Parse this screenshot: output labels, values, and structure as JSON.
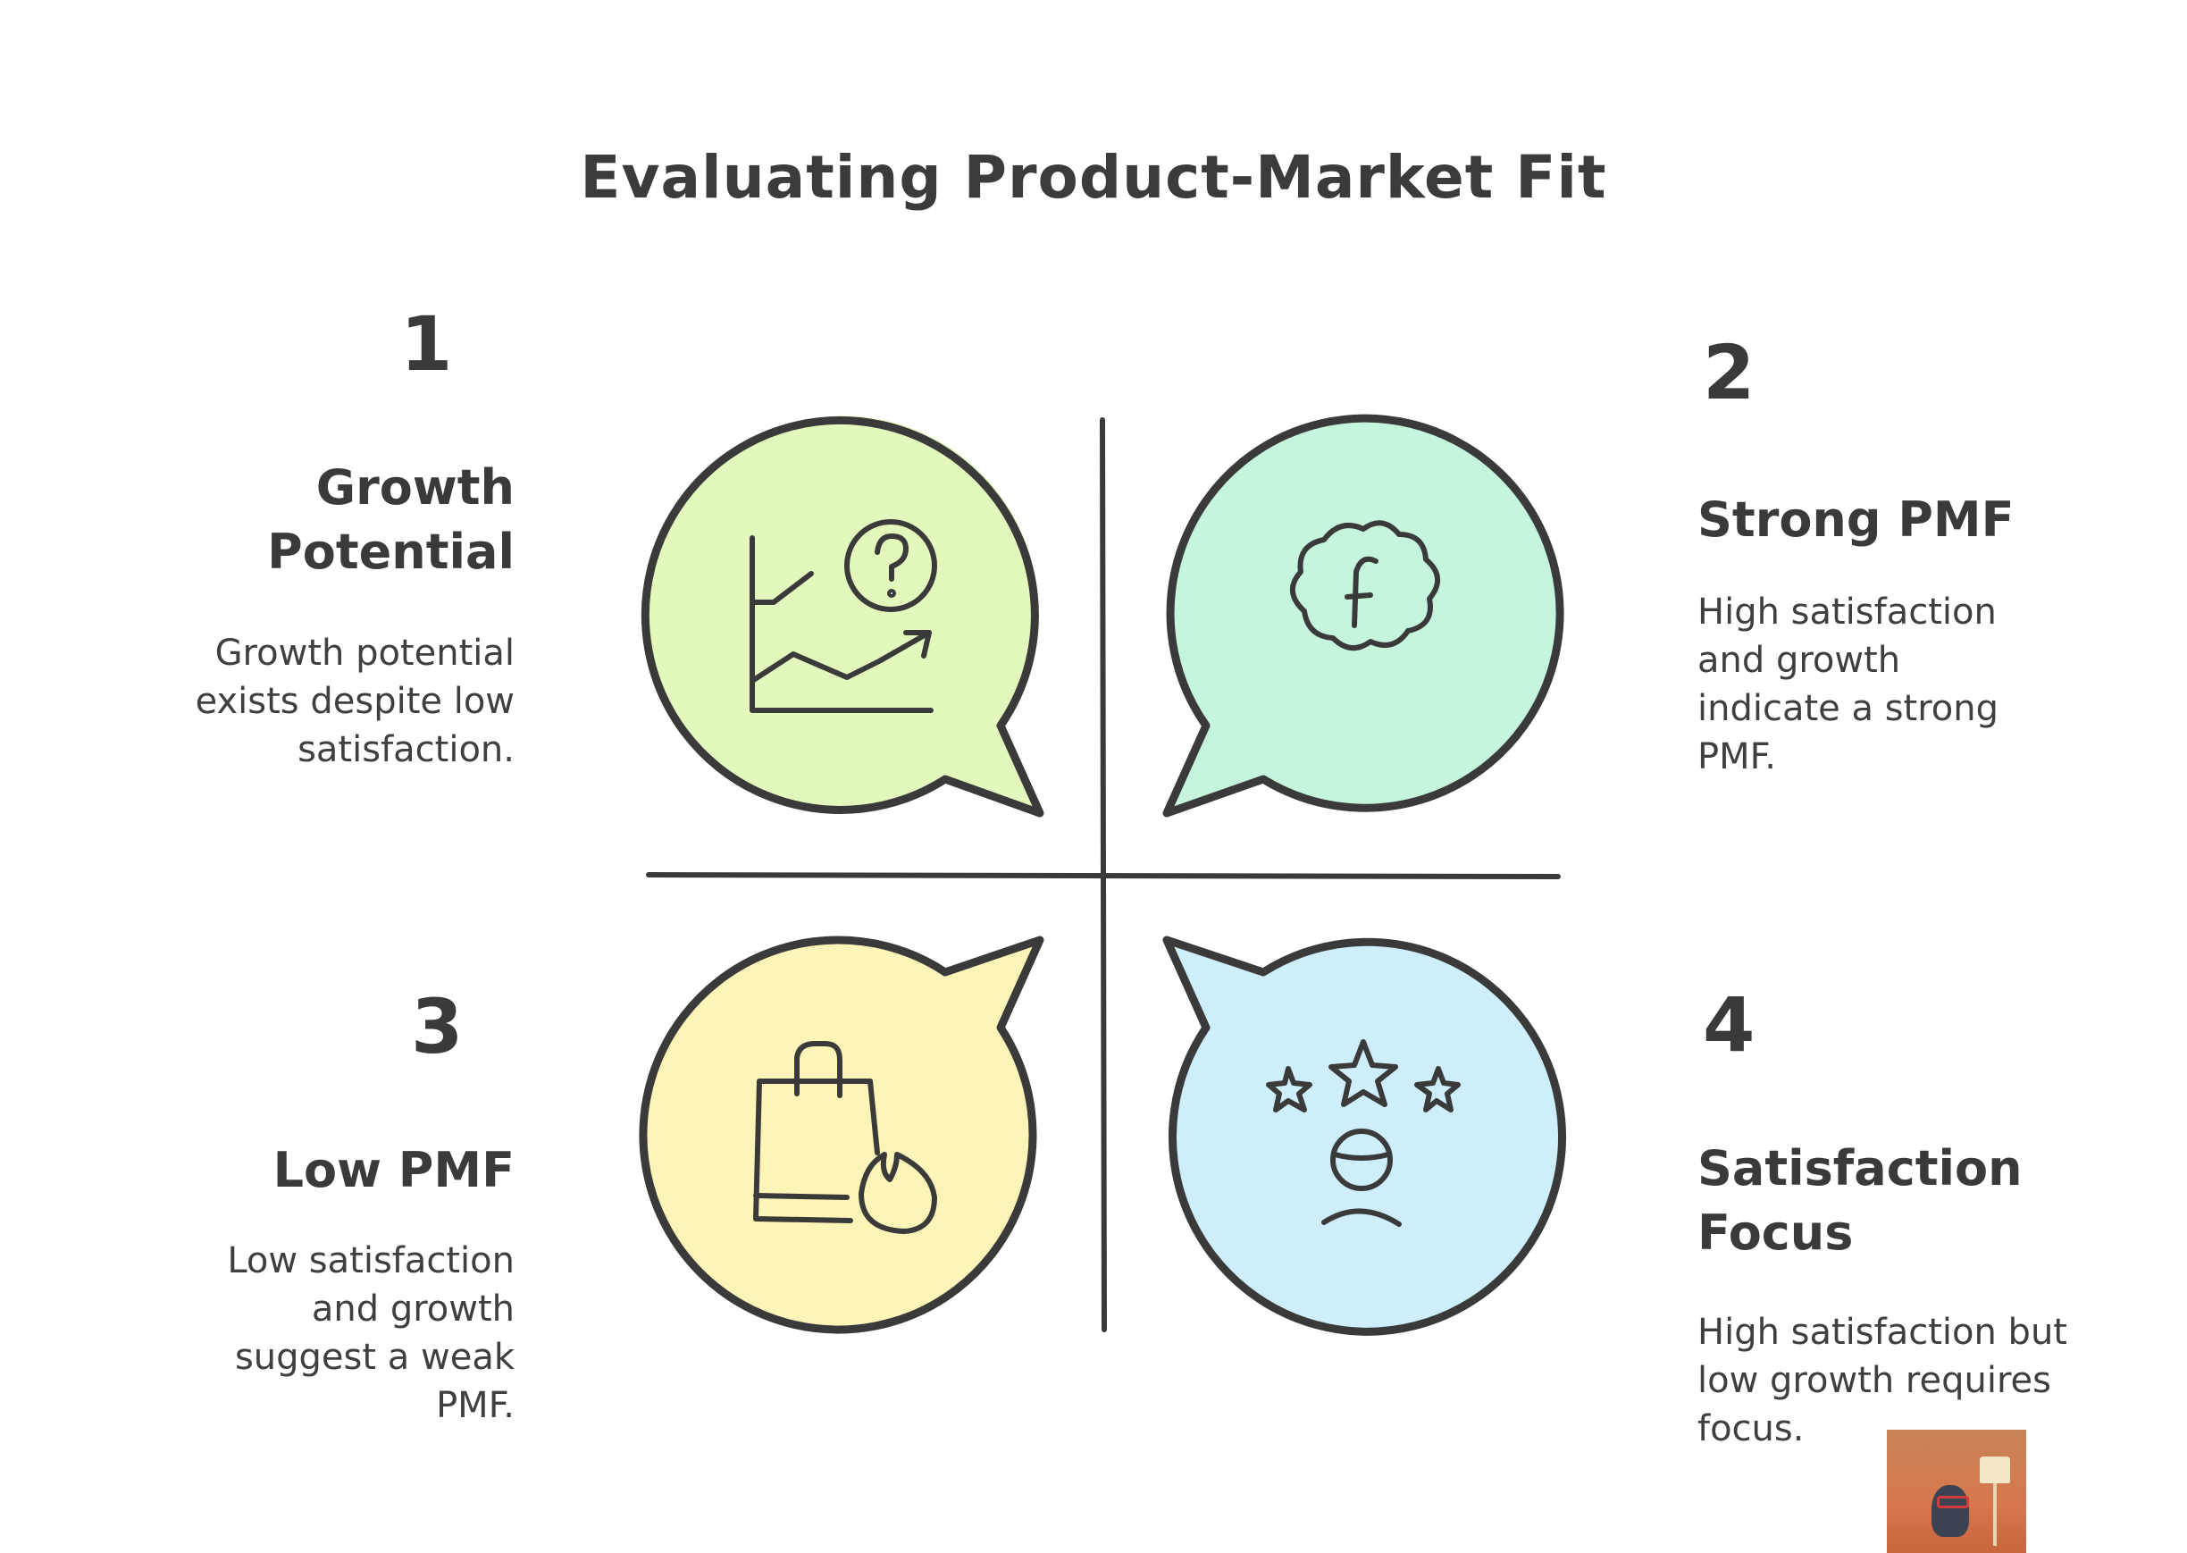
{
  "title": "Evaluating Product-Market Fit",
  "quadrants": [
    {
      "number": "1",
      "heading_lines": [
        "Growth",
        "Potential"
      ],
      "description_lines": [
        "Growth potential",
        "exists despite low",
        "satisfaction."
      ],
      "icon": "growth-chart-question-icon",
      "fill_color": "#e3f8bd"
    },
    {
      "number": "2",
      "heading_lines": [
        "Strong PMF"
      ],
      "description_lines": [
        "High satisfaction",
        "and growth",
        "indicate a strong",
        "PMF."
      ],
      "icon": "badge-f-icon",
      "fill_color": "#c5f5dd"
    },
    {
      "number": "3",
      "heading_lines": [
        "Low PMF"
      ],
      "description_lines": [
        "Low satisfaction",
        "and growth",
        "suggest a weak",
        "PMF."
      ],
      "icon": "shopping-bag-flame-icon",
      "fill_color": "#fdf4b8"
    },
    {
      "number": "4",
      "heading_lines": [
        "Satisfaction",
        "Focus"
      ],
      "description_lines": [
        "High satisfaction but",
        "low growth requires",
        "focus."
      ],
      "icon": "person-stars-icon",
      "fill_color": "#cdeefa"
    }
  ],
  "colors": {
    "stroke": "#3a3a3a",
    "text": "#3a3a3a",
    "background": "#ffffff"
  }
}
